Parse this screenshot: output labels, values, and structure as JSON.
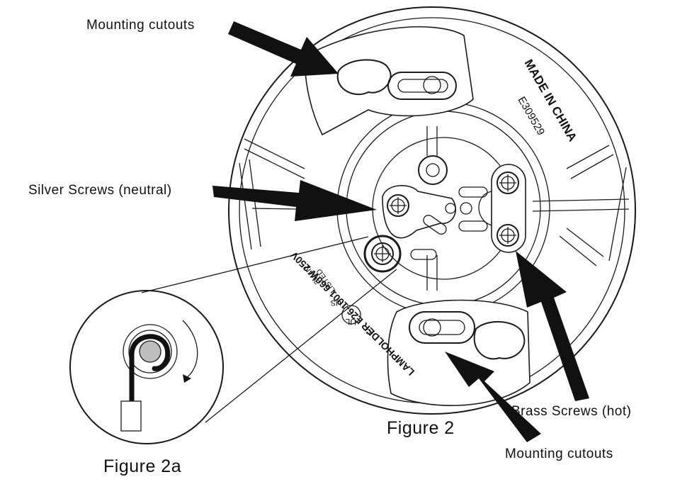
{
  "labels": {
    "mounting_top": "Mounting cutouts",
    "silver_screws": "Silver Screws (neutral)",
    "brass_screws": "Brass Screws (hot)",
    "mounting_bottom": "Mounting cutouts",
    "figure_2": "Figure 2",
    "figure_2a": "Figure 2a"
  },
  "housing_text": {
    "made_in": "MADE IN CHINA",
    "file_no": "E309529",
    "rating": "LAMPHOLDER E26-1001 660W 250V",
    "listed": "LISTED",
    "listing_code": "3M4N",
    "ul_mark": "UL",
    "ul_c": "C",
    "ul_us": "US"
  },
  "colors": {
    "line": "#1a1a1a",
    "arrow": "#111111",
    "background": "#ffffff"
  }
}
